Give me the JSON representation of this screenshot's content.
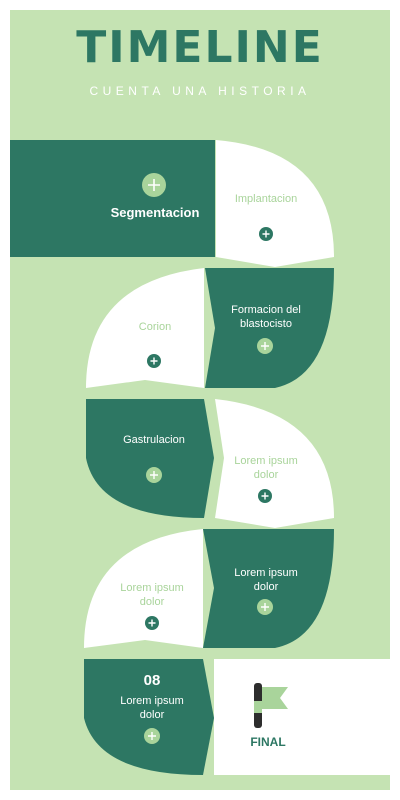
{
  "header": {
    "title": "TIMELINE",
    "subtitle": "CUENTA UNA HISTORIA"
  },
  "steps": [
    {
      "label": "Segmentacion"
    },
    {
      "label": "Implantacion"
    },
    {
      "label": "Formacion del blastocisto"
    },
    {
      "label": "Corion"
    },
    {
      "label": "Gastrulacion"
    },
    {
      "label": "Lorem ipsum dolor"
    },
    {
      "label": "Lorem ipsum dolor"
    },
    {
      "label": "Lorem ipsum dolor"
    },
    {
      "number": "08",
      "label": "Lorem ipsum dolor"
    }
  ],
  "end": {
    "label": "FINAL",
    "icon": "flag-icon"
  },
  "colors": {
    "background": "#c5e3b3",
    "dark_green": "#2d7763",
    "white": "#ffffff",
    "light_green": "#a9d49b",
    "flag": "#a9d49b"
  }
}
